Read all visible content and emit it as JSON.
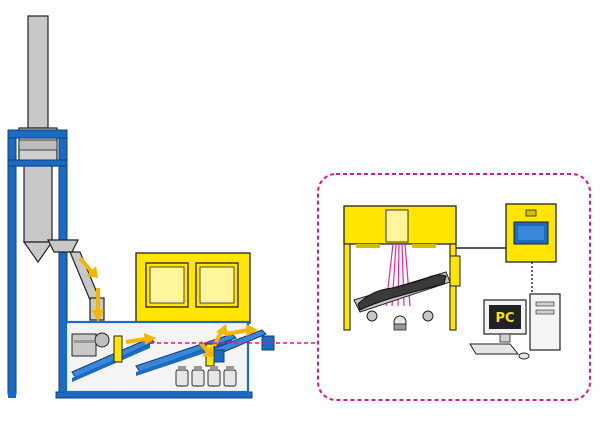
{
  "labels": {
    "pc": "PC"
  },
  "colors": {
    "structure_blue": "#1a6bc4",
    "machine_yellow": "#ffe500",
    "flow_arrow": "#f7b500",
    "laser_magenta": "#e8289a",
    "dashed_outline": "#d81b8a",
    "steel_grey": "#c8c8c8",
    "outline": "#222222"
  },
  "icons": [
    "process-plant",
    "analyzer-closeup",
    "control-cabinet",
    "desktop-computer",
    "flow-arrow",
    "laser-beam"
  ]
}
